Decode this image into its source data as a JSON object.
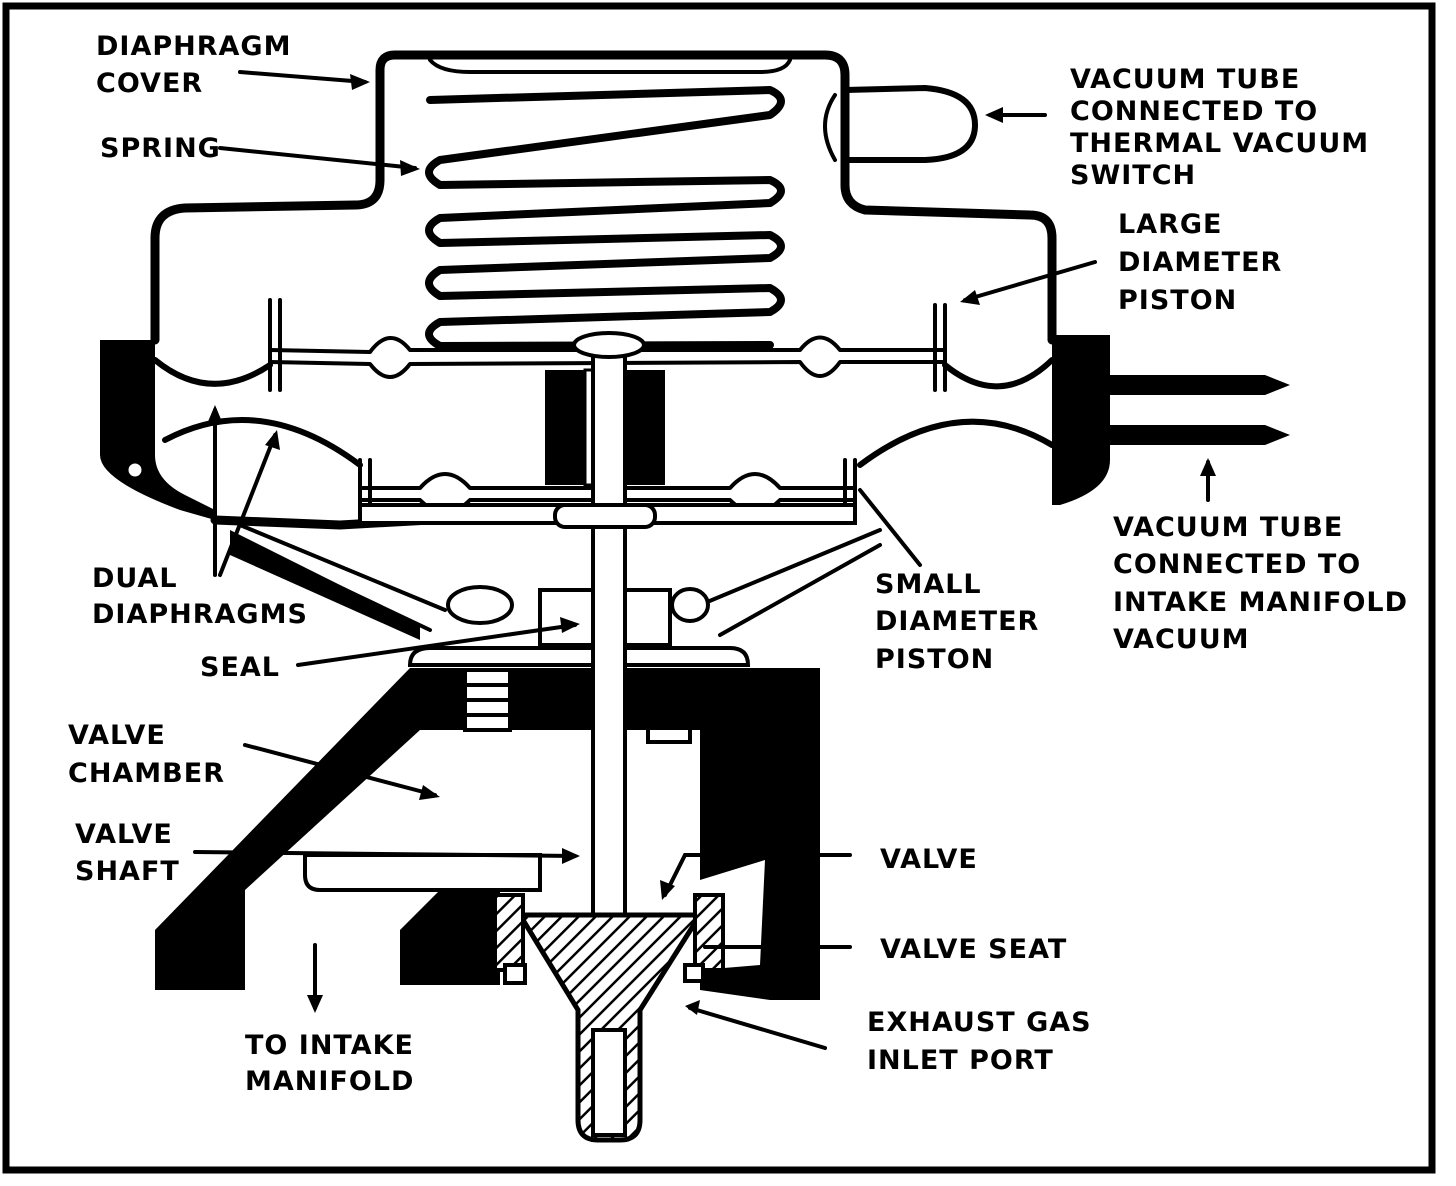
{
  "diagram": {
    "labels": {
      "diaphragm_cover": [
        "DIAPHRAGM",
        "COVER"
      ],
      "spring": "SPRING",
      "vacuum_tube_thermal": [
        "VACUUM TUBE",
        "CONNECTED TO",
        "THERMAL VACUUM",
        "SWITCH"
      ],
      "large_piston": [
        "LARGE",
        "DIAMETER",
        "PISTON"
      ],
      "vacuum_tube_intake": [
        "VACUUM TUBE",
        "CONNECTED TO",
        "INTAKE MANIFOLD",
        "VACUUM"
      ],
      "dual_diaphragms": [
        "DUAL",
        "DIAPHRAGMS"
      ],
      "small_piston": [
        "SMALL",
        "DIAMETER",
        "PISTON"
      ],
      "seal": "SEAL",
      "valve_chamber": [
        "VALVE",
        "CHAMBER"
      ],
      "valve_shaft": [
        "VALVE",
        "SHAFT"
      ],
      "valve": "VALVE",
      "valve_seat": "VALVE SEAT",
      "to_intake_manifold": [
        "TO INTAKE",
        "MANIFOLD"
      ],
      "exhaust_gas_inlet": [
        "EXHAUST GAS",
        "INLET PORT"
      ]
    }
  }
}
